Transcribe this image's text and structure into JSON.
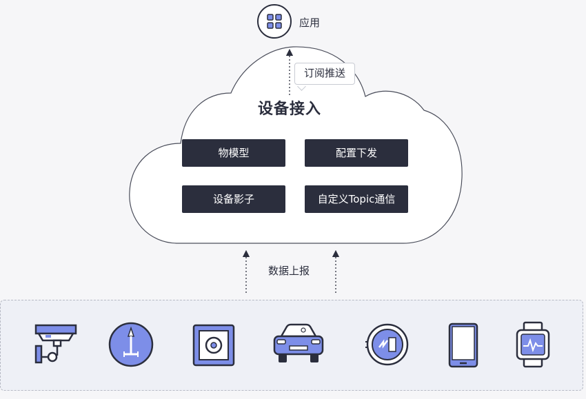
{
  "app": {
    "label": "应用",
    "icon": "app-grid-icon"
  },
  "subscription": {
    "label": "订阅推送"
  },
  "cloud": {
    "title": "设备接入"
  },
  "features": [
    {
      "label": "物模型"
    },
    {
      "label": "配置下发"
    },
    {
      "label": "设备影子"
    },
    {
      "label": "自定义Topic通信"
    }
  ],
  "upload": {
    "label": "数据上报"
  },
  "devices": [
    {
      "icon": "surveillance-camera-icon"
    },
    {
      "icon": "compass-icon"
    },
    {
      "icon": "safe-icon"
    },
    {
      "icon": "car-icon"
    },
    {
      "icon": "smart-meter-icon"
    },
    {
      "icon": "phone-icon"
    },
    {
      "icon": "smartwatch-icon"
    }
  ],
  "colors": {
    "dark": "#2b2e3d",
    "accent": "#7d8ee8",
    "background": "#f6f6f8"
  }
}
